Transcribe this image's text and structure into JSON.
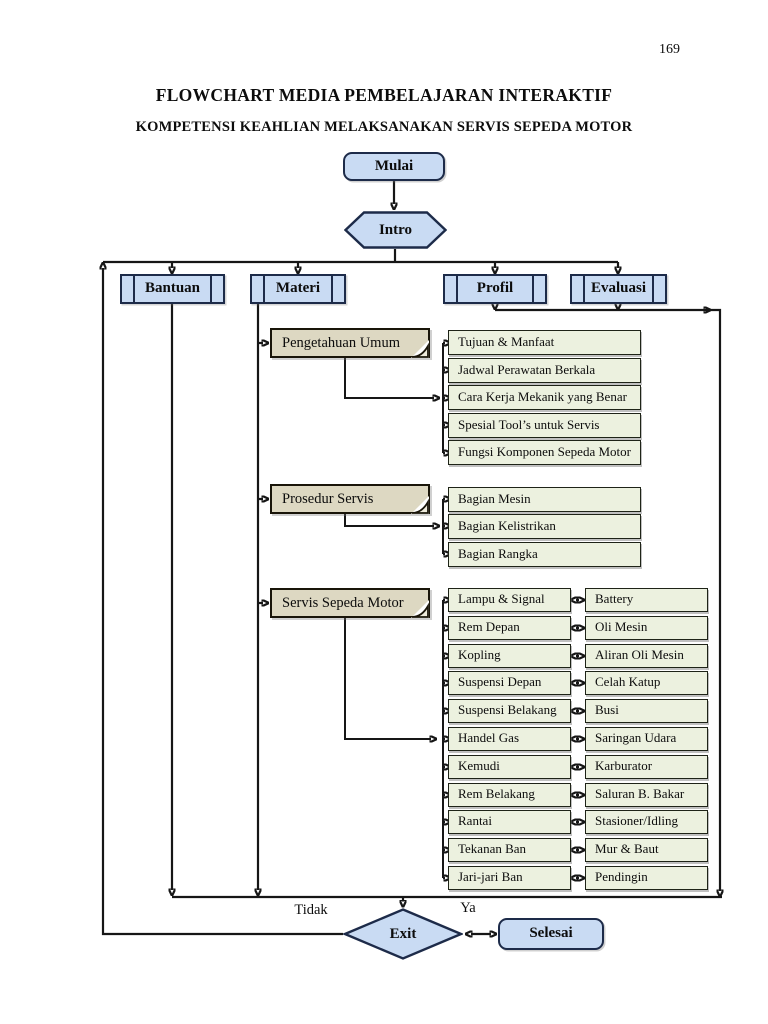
{
  "page": {
    "number": "169",
    "title": "FLOWCHART MEDIA PEMBELAJARAN INTERAKTIF",
    "subtitle": "KOMPETENSI KEAHLIAN MELAKSANAKAN SERVIS SEPEDA MOTOR"
  },
  "nodes": {
    "start": "Mulai",
    "intro": "Intro",
    "menu": [
      "Bantuan",
      "Materi",
      "Profil",
      "Evaluasi"
    ],
    "decision": "Exit",
    "decision_no": "Tidak",
    "decision_yes": "Ya",
    "end": "Selesai"
  },
  "sections": [
    {
      "title": "Pengetahuan Umum",
      "items": [
        "Tujuan & Manfaat",
        "Jadwal Perawatan Berkala",
        "Cara Kerja Mekanik yang Benar",
        "Spesial Tool’s untuk Servis",
        "Fungsi Komponen Sepeda Motor"
      ]
    },
    {
      "title": "Prosedur Servis",
      "items": [
        "Bagian Mesin",
        "Bagian Kelistrikan",
        "Bagian Rangka"
      ]
    },
    {
      "title": "Servis Sepeda Motor",
      "items_left": [
        "Lampu & Signal",
        "Rem Depan",
        "Kopling",
        "Suspensi Depan",
        "Suspensi Belakang",
        "Handel Gas",
        "Kemudi",
        "Rem Belakang",
        "Rantai",
        "Tekanan Ban",
        "Jari-jari Ban"
      ],
      "items_right": [
        "Battery",
        "Oli Mesin",
        "Aliran Oli Mesin",
        "Celah Katup",
        "Busi",
        "Saringan Udara",
        "Karburator",
        "Saluran B. Bakar",
        "Stasioner/Idling",
        "Mur & Baut",
        "Pendingin"
      ]
    }
  ],
  "colors": {
    "node_blue": "#c9dbf3",
    "node_tan": "#ddd8c2",
    "node_green": "#ecf1df",
    "line": "#161616"
  }
}
